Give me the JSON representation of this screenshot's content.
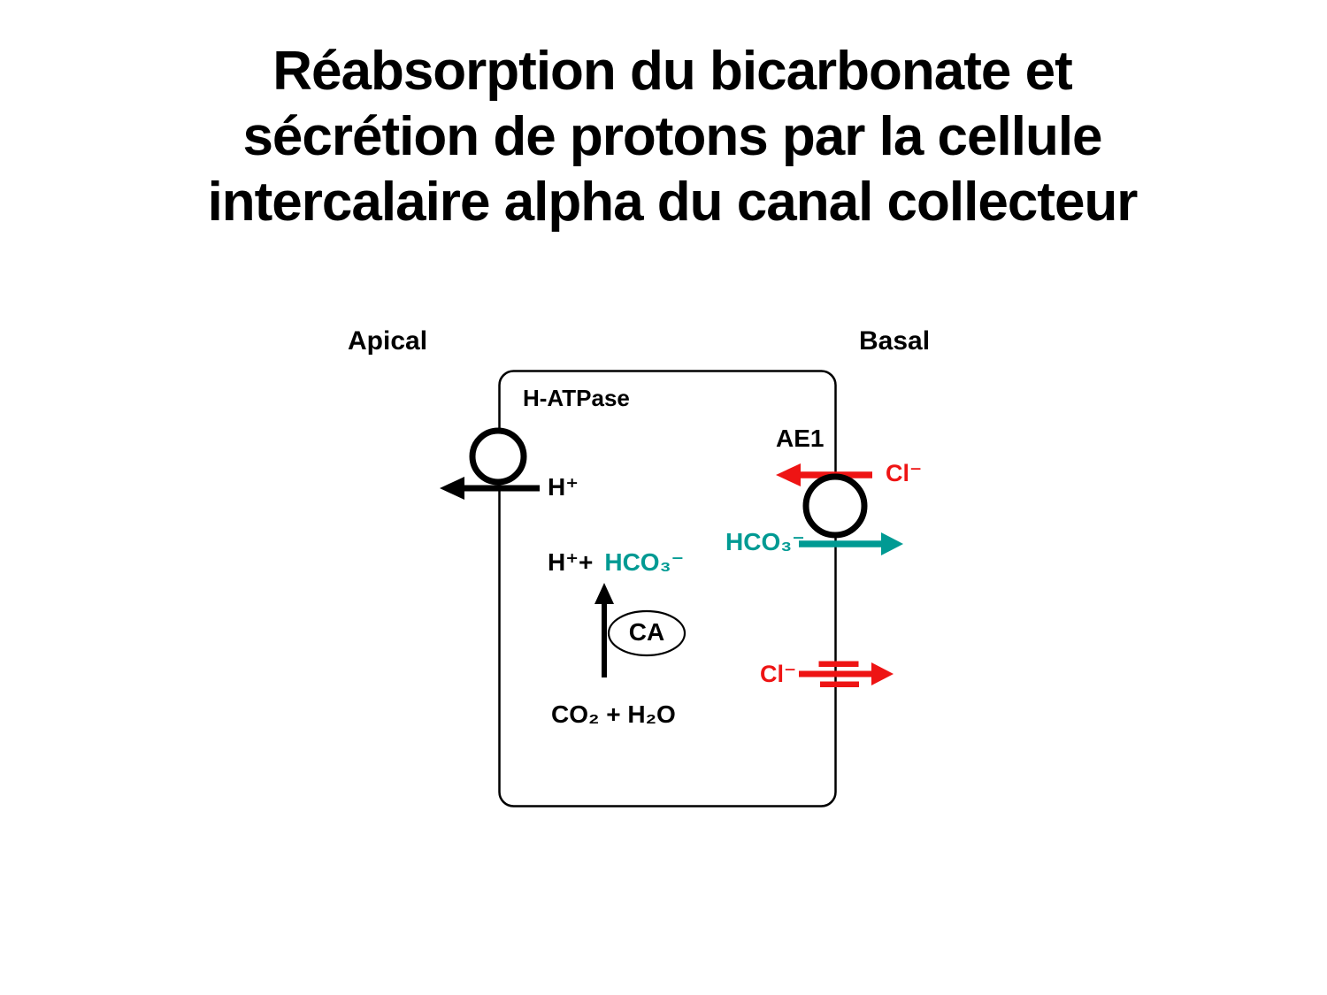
{
  "title": {
    "line1": "Réabsorption du bicarbonate et",
    "line2": "sécrétion de protons par la cellule",
    "line3": "intercalaire alpha du canal collecteur"
  },
  "membranes": {
    "apical": "Apical",
    "basal": "Basal"
  },
  "transporters": {
    "h_atpase": "H-ATPase",
    "ae1": "AE1",
    "carbonic_anhydrase": "CA"
  },
  "ions": {
    "h_secreted": "H⁺",
    "cl_in": "Cl⁻",
    "hco3_out": "HCO₃⁻",
    "reaction_h": "H⁺+",
    "reaction_hco3": "HCO₃⁻",
    "substrates": "CO₂ + H₂O",
    "cl_channel": "Cl⁻"
  },
  "colors": {
    "red": "#EE1414",
    "teal": "#009A93",
    "black": "#000000"
  }
}
